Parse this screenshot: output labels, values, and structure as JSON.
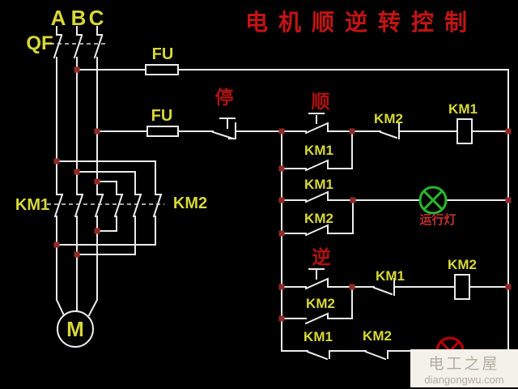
{
  "title": "电机顺逆转控制",
  "main_circuit": {
    "phases": [
      "A",
      "B",
      "C"
    ],
    "breaker_label": "QF",
    "fuse_label_1": "FU",
    "fuse_label_2": "FU",
    "contactor_main_left": "KM1",
    "contactor_main_right": "KM2",
    "motor_label": "M"
  },
  "control_circuit": {
    "stop_button_label": "停",
    "forward_button_label": "顺",
    "reverse_button_label": "逆",
    "forward_rung": {
      "interlock_contact": "KM2",
      "coil": "KM1",
      "seal_contact": "KM1"
    },
    "lamp_rung": {
      "contact_a": "KM1",
      "contact_b": "KM2",
      "lamp_caption": "运行灯"
    },
    "reverse_rung": {
      "interlock_contact": "KM1",
      "coil": "KM2",
      "seal_contact": "KM2"
    },
    "bottom_rung": {
      "contact_a": "KM1",
      "contact_b": "KM2"
    }
  },
  "watermark": {
    "site_name": "电工之屋",
    "site_url": "diangongwu.com"
  },
  "colors": {
    "background": "#000000",
    "wire": "#ececec",
    "label_yellow": "#d8d838",
    "title_red": "#c41414",
    "button_red": "#b01212",
    "junction_dot": "#8f2a26",
    "run_lamp_green": "#2ab82a",
    "stop_lamp_red": "#c00000",
    "watermark_bg": "#f3f1e9",
    "watermark_text": "#b2ada1"
  }
}
